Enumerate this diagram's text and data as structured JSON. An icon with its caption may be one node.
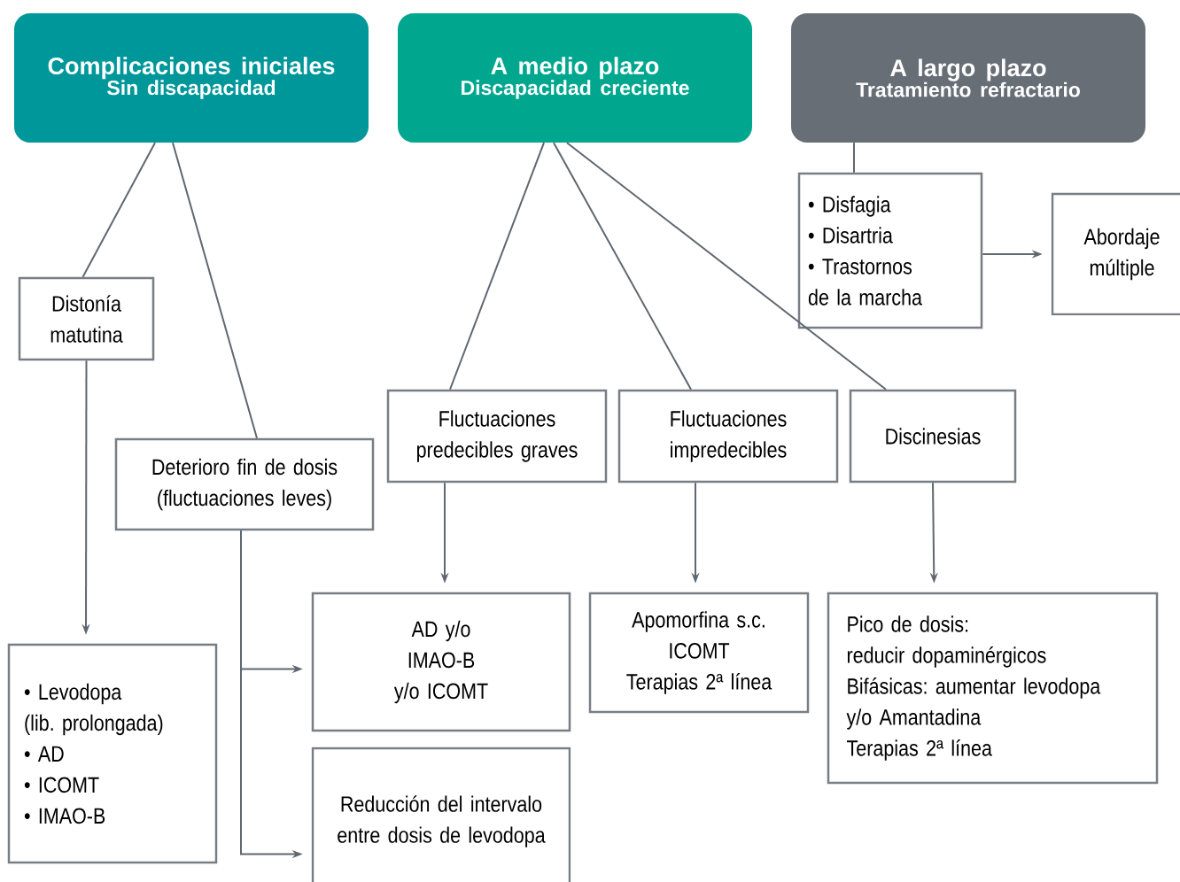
{
  "diagram": {
    "nodes": [
      {
        "text": [
          "Complicaciones iniciales",
          "Sin discapacidad"
        ]
      },
      {
        "text": [
          "A medio plazo",
          "Discapacidad creciente"
        ]
      },
      {
        "text": [
          "A largo plazo",
          "Tratamiento refractario"
        ]
      },
      {
        "text": [
          "• Disfagia",
          "• Disartria",
          "• Trastornos",
          "de la marcha"
        ]
      },
      {
        "text": [
          "Abordaje múltiple"
        ]
      },
      {
        "text": [
          "Distonía matutina"
        ]
      },
      {
        "text": [
          "Deterioro fin de dosis (fluctuaciones leves)"
        ]
      },
      {
        "text": [
          "Fluctuaciones predecibles graves"
        ]
      },
      {
        "text": [
          "Fluctuaciones impredecibles"
        ]
      },
      {
        "text": [
          "Discinesias"
        ]
      },
      {
        "text": [
          "• Levodopa",
          "(lib. prolongada)",
          "• AD",
          "• ICOMT",
          "• IMAO-B"
        ]
      },
      {
        "text": [
          "AD y/o",
          "IMAO-B",
          "y/o ICOMT"
        ]
      },
      {
        "text": [
          "Apomorfina s.c.",
          "ICOMT",
          "Terapias 2ª línea"
        ]
      },
      {
        "text": [
          "Pico de dosis:",
          "reducir dopaminérgicos",
          "Bifásicas: aumentar levodopa",
          "y/o Amantadina",
          "Terapias 2ª línea"
        ]
      },
      {
        "text": [
          "Reducción del intervalo entre dosis de levodopa"
        ]
      }
    ],
    "edges": [
      {
        "from": 0,
        "to": 5,
        "arrow": "none"
      },
      {
        "from": 0,
        "to": 6,
        "arrow": "none"
      },
      {
        "from": 1,
        "to": 7,
        "arrow": "none"
      },
      {
        "from": 1,
        "to": 8,
        "arrow": "none"
      },
      {
        "from": 1,
        "to": 9,
        "arrow": "none"
      },
      {
        "from": 2,
        "to": 3,
        "arrow": "none"
      },
      {
        "from": 3,
        "to": 4,
        "arrow": "to"
      },
      {
        "from": 5,
        "to": 10,
        "arrow": "to"
      },
      {
        "from": 7,
        "to": 11,
        "arrow": "to"
      },
      {
        "from": 8,
        "to": 12,
        "arrow": "to"
      },
      {
        "from": 9,
        "to": 13,
        "arrow": "to"
      },
      {
        "from": 6,
        "to": 11,
        "arrow": "to"
      },
      {
        "from": 6,
        "to": 14,
        "arrow": "to"
      }
    ]
  }
}
